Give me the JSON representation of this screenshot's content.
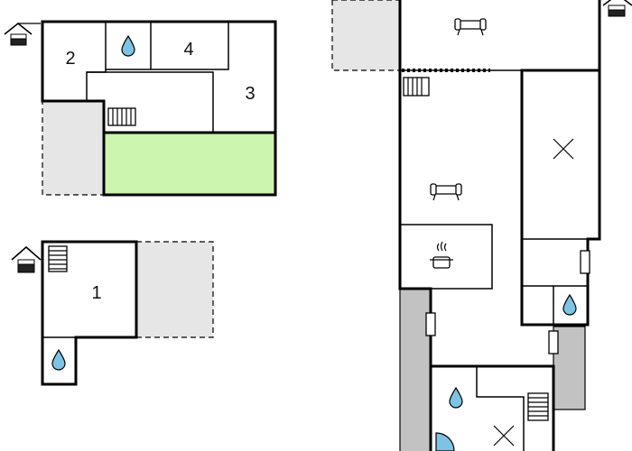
{
  "rooms": {
    "room_1": "1",
    "room_2": "2",
    "room_3": "3",
    "room_4": "4"
  },
  "colors": {
    "terrace": "#ccf5b0",
    "covered_area": "#e6e6e6",
    "gray_area": "#c2c2c2",
    "water": "#7ec3e3",
    "wall": "#000000"
  },
  "icons": {
    "entrance": "house-entrance-icon",
    "bathroom": "water-drop-icon",
    "stairs": "stairs-icon",
    "living": "sofa-icon",
    "kitchen": "cooking-pot-icon",
    "bedroom": "x-mark-icon",
    "window": "window-icon",
    "shower": "shower-icon"
  }
}
